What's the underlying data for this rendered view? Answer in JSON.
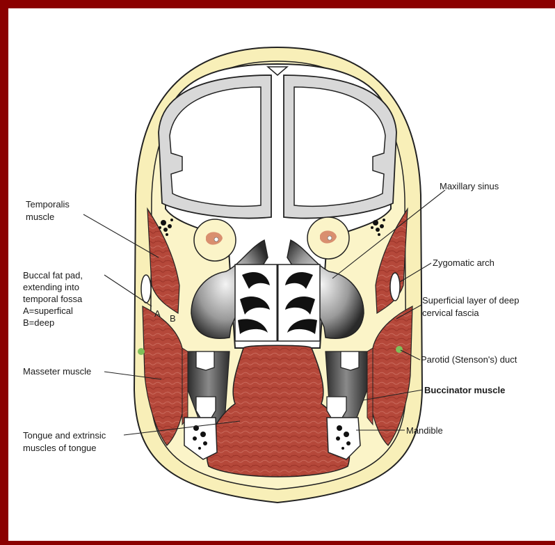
{
  "labels": {
    "temporalis": [
      "Temporalis",
      "muscle"
    ],
    "maxillary_sinus": "Maxillary sinus",
    "buccal_fat_pad": [
      "Buccal fat pad,",
      "extending  into",
      "temporal fossa",
      "A=superfical",
      "B=deep"
    ],
    "zygomatic_arch": "Zygomatic arch",
    "superficial_layer": [
      "Superficial layer of deep",
      "cervical fascia"
    ],
    "parotid_duct": "Parotid (Stenson's) duct",
    "masseter": "Masseter muscle",
    "buccinator": "Buccinator muscle",
    "tongue": [
      "Tongue and extrinsic",
      "muscles of tongue"
    ],
    "mandible": "Mandible",
    "marker_a": "A",
    "marker_b": "B"
  },
  "colors": {
    "frame": "#8b0000",
    "skin": "#f8efb8",
    "muscle": "#b5483a",
    "bone": "#ffffff",
    "brain_fill": "#d8d8d8",
    "duct": "#7fbf5a"
  }
}
